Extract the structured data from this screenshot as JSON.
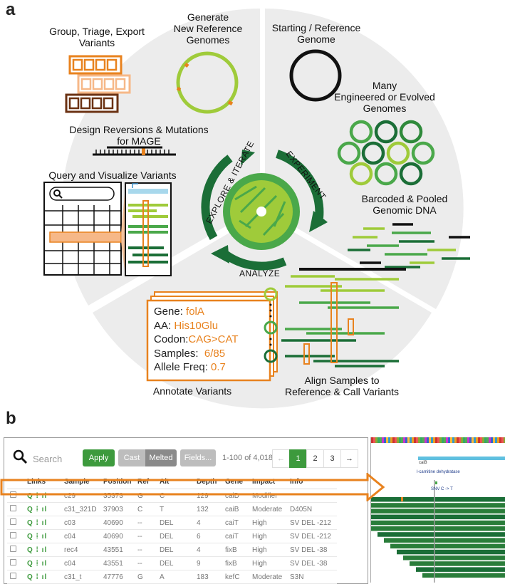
{
  "panel_a": {
    "letter": "a",
    "labels": {
      "group_triage": "Group, Triage, Export\nVariants",
      "generate_ref": "Generate\nNew Reference\nGenomes",
      "starting_ref": "Starting / Reference\nGenome",
      "many_genomes": "Many\nEngineered or Evolved\nGenomes",
      "design_reversions": "Design Reversions & Mutations\nfor MAGE",
      "query_visualize": "Query and Visualize Variants",
      "barcoded": "Barcoded & Pooled\nGenomic DNA",
      "annotate": "Annotate Variants",
      "align": "Align Samples to\nReference & Call Variants"
    },
    "cycle": {
      "explore": "EXPLORE & ITERATE",
      "experiment": "EXPERIMENT",
      "analyze": "ANALYZE"
    },
    "annotation_card": [
      {
        "key": "Gene: ",
        "value": "folA"
      },
      {
        "key": "AA: ",
        "value": "His10Glu"
      },
      {
        "key": "Codon:",
        "value": "CAG>CAT"
      },
      {
        "key": "Samples:  ",
        "value": "6/85"
      },
      {
        "key": "Allele Freq: ",
        "value": "0.7"
      }
    ],
    "colors": {
      "orange": "#e8821e",
      "dark_green": "#1b6e37",
      "mid_green": "#4aa84a",
      "light_green": "#9fcb3a",
      "brown": "#6b3213",
      "peach": "#f6b888",
      "wedge": "#ececec"
    }
  },
  "panel_b": {
    "letter": "b",
    "search_placeholder": "Search",
    "apply": "Apply",
    "cast": "Cast",
    "melted": "Melted",
    "fields": "Fields...",
    "count": "1-100 of 4,018",
    "pages": [
      "←",
      "1",
      "2",
      "3",
      "→"
    ],
    "columns": [
      "",
      "Links",
      "Sample",
      "Position",
      "Ref",
      "Alt",
      "Depth",
      "Gene",
      "Impact",
      "Info"
    ],
    "rows": [
      [
        "c29",
        "35373",
        "G",
        "C",
        "129",
        "caiD",
        "Modifier",
        ""
      ],
      [
        "c31_321D",
        "37903",
        "C",
        "T",
        "132",
        "caiB",
        "Moderate",
        "D405N"
      ],
      [
        "c03",
        "40690",
        "--",
        "DEL",
        "4",
        "caiT",
        "High",
        "SV DEL -212"
      ],
      [
        "c04",
        "40690",
        "--",
        "DEL",
        "6",
        "caiT",
        "High",
        "SV DEL -212"
      ],
      [
        "rec4",
        "43551",
        "--",
        "DEL",
        "4",
        "fixB",
        "High",
        "SV DEL -38"
      ],
      [
        "c04",
        "43551",
        "--",
        "DEL",
        "9",
        "fixB",
        "High",
        "SV DEL -38"
      ],
      [
        "c31_t",
        "47776",
        "G",
        "A",
        "183",
        "kefC",
        "Moderate",
        "S3N"
      ]
    ],
    "links_glyph": "Q ⁞ ıl",
    "viewer": {
      "gene": "caiB",
      "product": "l-carnitine dehydratase",
      "snv": "SNV C -> T"
    }
  }
}
